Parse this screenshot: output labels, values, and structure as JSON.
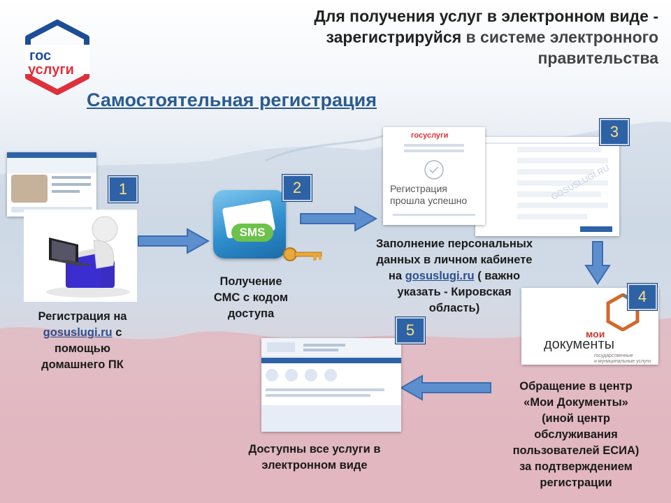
{
  "header": {
    "title_line1": "Для получения услуг в электронном виде -",
    "title_line2_bold": "зарегистрируйся",
    "title_line2_rest": " в системе электронного",
    "title_line3": "правительства",
    "subtitle": "Самостоятельная регистрация"
  },
  "logo": {
    "line1": "гос",
    "line2": "услуги",
    "icon": "gosuslugi-logo"
  },
  "steps": [
    {
      "number": "1",
      "caption_pre": "Регистрация на",
      "link": "gosuslugi.ru",
      "caption_post": " с",
      "caption_rest": [
        "помощью",
        "домашнего ПК"
      ]
    },
    {
      "number": "2",
      "caption_lines": [
        "Получение",
        "СМС с кодом",
        "доступа"
      ],
      "sms_label": "SMS"
    },
    {
      "number": "3",
      "caption_lines": [
        "Заполнение персональных",
        "данных в личном кабинете"
      ],
      "caption_pre": "на ",
      "link": "gosuslugi.ru",
      "caption_post": " ( важно",
      "caption_rest": [
        "указать - Кировская",
        "область)"
      ]
    },
    {
      "number": "4",
      "caption_lines": [
        "Обращение в центр",
        "«Мои Документы»",
        "(иной центр",
        "обслуживания",
        "пользователей ЕСИА)",
        "за подтверждением",
        "регистрации"
      ]
    },
    {
      "number": "5",
      "caption_lines": [
        "Доступны все услуги в",
        "электронном виде"
      ]
    }
  ],
  "screens": {
    "reg_logo": "госуслуги",
    "reg_success": "Регистрация прошла успешно",
    "moi_line1": "мои",
    "moi_line2": "документы",
    "moi_line3": "государственные",
    "moi_line4": "и муниципальные услуги",
    "watermark": "GOSUSLUGI.RU"
  },
  "colors": {
    "accent_blue": "#2e62a6",
    "brand_red": "#e0303a",
    "brand_blue": "#1d4d97",
    "arrow": "#5d8fcf"
  }
}
